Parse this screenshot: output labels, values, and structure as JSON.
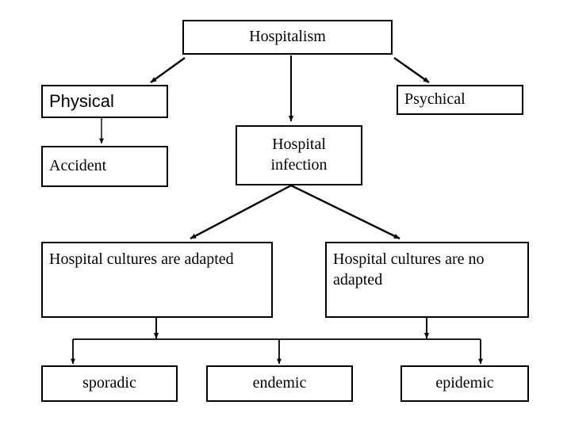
{
  "diagram": {
    "title": "Hospitalism",
    "type": "flowchart",
    "background_color": "#ffffff",
    "line_color": "#000000",
    "text_color": "#000000",
    "nodes": [
      {
        "id": "hospitalism",
        "label": "Hospitalism"
      },
      {
        "id": "physical",
        "label": "Physical"
      },
      {
        "id": "psychical",
        "label": "Psychical"
      },
      {
        "id": "accident",
        "label": "Accident"
      },
      {
        "id": "hospital-infection",
        "label": "Hospital\ninfection"
      },
      {
        "id": "cultures-adapted",
        "label": "Hospital cultures are adapted"
      },
      {
        "id": "cultures-no-adapted",
        "label": "Hospital cultures are no adapted"
      },
      {
        "id": "sporadic",
        "label": "sporadic"
      },
      {
        "id": "endemic",
        "label": "endemic"
      },
      {
        "id": "epidemic",
        "label": "epidemic"
      }
    ],
    "edges": [
      {
        "from": "hospitalism",
        "to": "physical"
      },
      {
        "from": "hospitalism",
        "to": "hospital-infection"
      },
      {
        "from": "hospitalism",
        "to": "psychical"
      },
      {
        "from": "physical",
        "to": "accident"
      },
      {
        "from": "hospital-infection",
        "to": "cultures-adapted"
      },
      {
        "from": "hospital-infection",
        "to": "cultures-no-adapted"
      },
      {
        "from": "cultures-adapted",
        "to": "sporadic"
      },
      {
        "from": "cultures-adapted",
        "to": "endemic"
      },
      {
        "from": "cultures-adapted",
        "to": "epidemic"
      },
      {
        "from": "cultures-no-adapted",
        "to": "sporadic"
      },
      {
        "from": "cultures-no-adapted",
        "to": "endemic"
      },
      {
        "from": "cultures-no-adapted",
        "to": "epidemic"
      }
    ]
  }
}
